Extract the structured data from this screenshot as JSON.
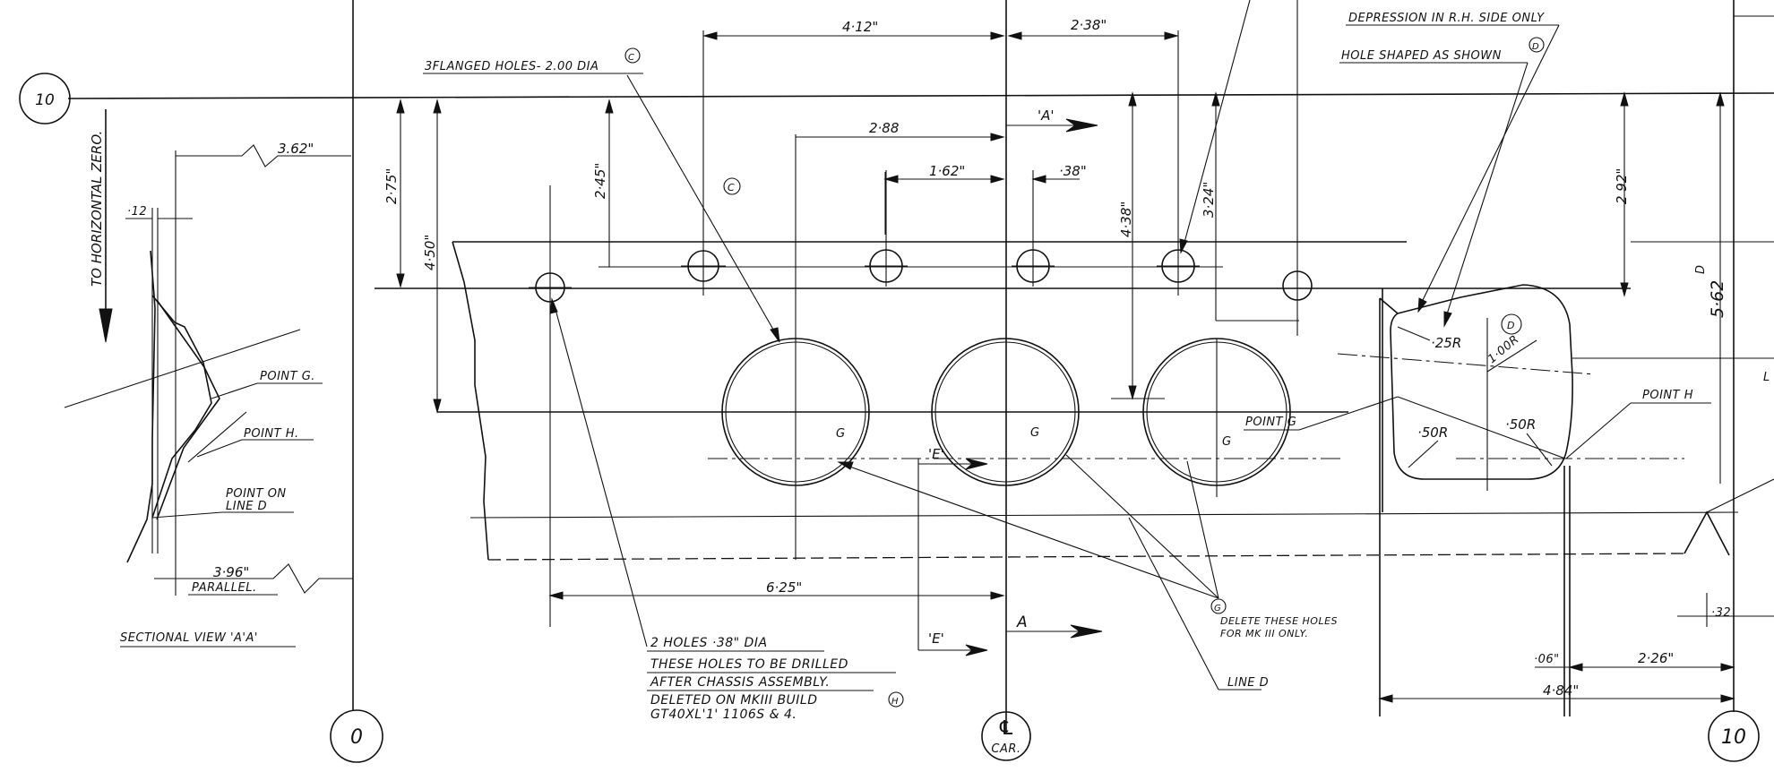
{
  "bubbles": {
    "ref_10_left": "10",
    "ref_0": "0",
    "ref_10_right": "10",
    "cl_symbol": "℄",
    "cl_car": "CAR."
  },
  "sectional": {
    "horizontal_zero": "TO HORIZONTAL ZERO.",
    "dim_362": "3.62\"",
    "dim_12": "·12",
    "point_g": "POINT G.",
    "point_h": "POINT H.",
    "point_on_line_d_1": "POINT ON",
    "point_on_line_d_2": "LINE D",
    "dim_396": "3·96\"",
    "parallel": "PARALLEL.",
    "caption": "SECTIONAL VIEW 'A'A'"
  },
  "dims": {
    "d412": "4·12\"",
    "d238": "2·38\"",
    "d288": "2·88",
    "d162": "1·62\"",
    "d38": "·38\"",
    "d275": "2·75\"",
    "d450": "4·50\"",
    "d245": "2·45\"",
    "d438": "4·38\"",
    "d324": "3·24\"",
    "d292": "2 92\"",
    "d562": "5·62",
    "d625": "6·25\"",
    "d25r": "·25R",
    "d100r": "1·00R",
    "d50r_left": "·50R",
    "d50r_right": "·50R",
    "d06": "·06\"",
    "d226": "2·26\"",
    "d484": "4·84\"",
    "d32": "·32"
  },
  "notes": {
    "flanged_holes": "3FLANGED HOLES- 2.00 DIA",
    "depression": "DEPRESSION IN R.H. SIDE ONLY",
    "hole_shaped": "HOLE SHAPED AS SHOWN",
    "holes_38_1": "2 HOLES ·38\" DIA",
    "holes_38_2": "THESE HOLES TO BE DRILLED",
    "holes_38_3": "AFTER CHASSIS ASSEMBLY.",
    "holes_38_4": "DELETED ON MKIII BUILD",
    "holes_38_5": "GT40XL'1' 1106S & 4.",
    "delete_1": "DELETE THESE HOLES",
    "delete_2": "FOR MK III ONLY.",
    "point_g": "POINT G",
    "point_h": "POINT H",
    "line_d": "LINE D",
    "g_label": "G",
    "section_a": "'A'",
    "section_e": "'E'",
    "l_partial": "L"
  },
  "marks": {
    "c": "C",
    "d": "D",
    "g": "G",
    "h": "H"
  }
}
